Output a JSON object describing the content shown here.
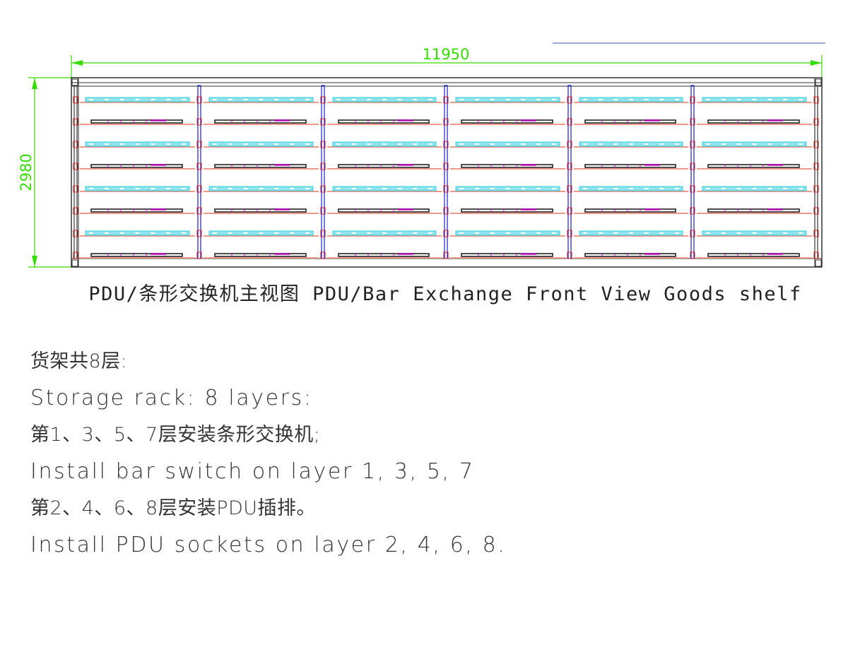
{
  "colors": {
    "dimension": "#33dd00",
    "frame": "#333333",
    "post": "#1a1acc",
    "post_red": "#dd2222",
    "switch_bar": "#33ccdd",
    "pdu_bar": "#222222",
    "pdu_label": "#cc00cc",
    "bracket": "#ee9988",
    "top_line": "#3355aa"
  },
  "dimensions": {
    "width": "11950",
    "height": "2980"
  },
  "rack": {
    "bays": 6,
    "layers": [
      {
        "layer": 1,
        "type": "bar-switch"
      },
      {
        "layer": 2,
        "type": "pdu"
      },
      {
        "layer": 3,
        "type": "bar-switch"
      },
      {
        "layer": 4,
        "type": "pdu"
      },
      {
        "layer": 5,
        "type": "bar-switch"
      },
      {
        "layer": 6,
        "type": "pdu"
      },
      {
        "layer": 7,
        "type": "bar-switch"
      },
      {
        "layer": 8,
        "type": "pdu"
      }
    ]
  },
  "caption": "PDU/条形交换机主视图 PDU/Bar Exchange Front View Goods shelf",
  "notes": [
    {
      "text": "货架共8层:",
      "lang": "zh"
    },
    {
      "text": "Storage rack: 8 layers:",
      "lang": "en"
    },
    {
      "text": "第1、3、5、7层安装条形交换机;",
      "lang": "zh"
    },
    {
      "text": "Install bar switch on layer 1, 3, 5, 7",
      "lang": "en"
    },
    {
      "text": "第2、4、6、8层安装PDU插排。",
      "lang": "zh"
    },
    {
      "text": "Install PDU sockets on layer 2, 4, 6, 8.",
      "lang": "en"
    }
  ]
}
